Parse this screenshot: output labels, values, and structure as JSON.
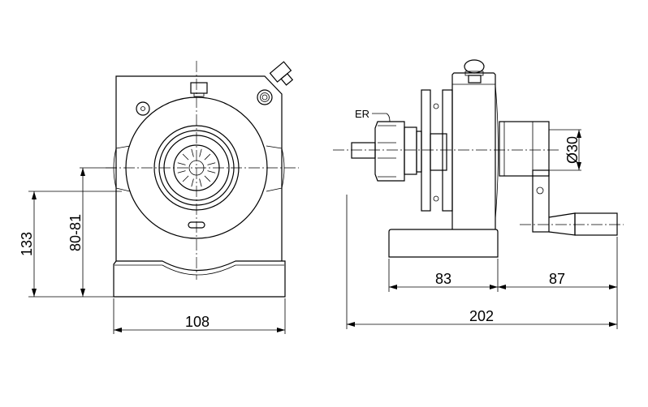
{
  "drawing": {
    "front_view": {
      "dim_height": "133",
      "dim_center_height": "80-81",
      "dim_width": "108"
    },
    "side_view": {
      "collet_label": "ER",
      "dim_diameter": "Ø30",
      "dim_base_depth": "83",
      "dim_handle_reach": "87",
      "dim_total_length": "202"
    }
  }
}
